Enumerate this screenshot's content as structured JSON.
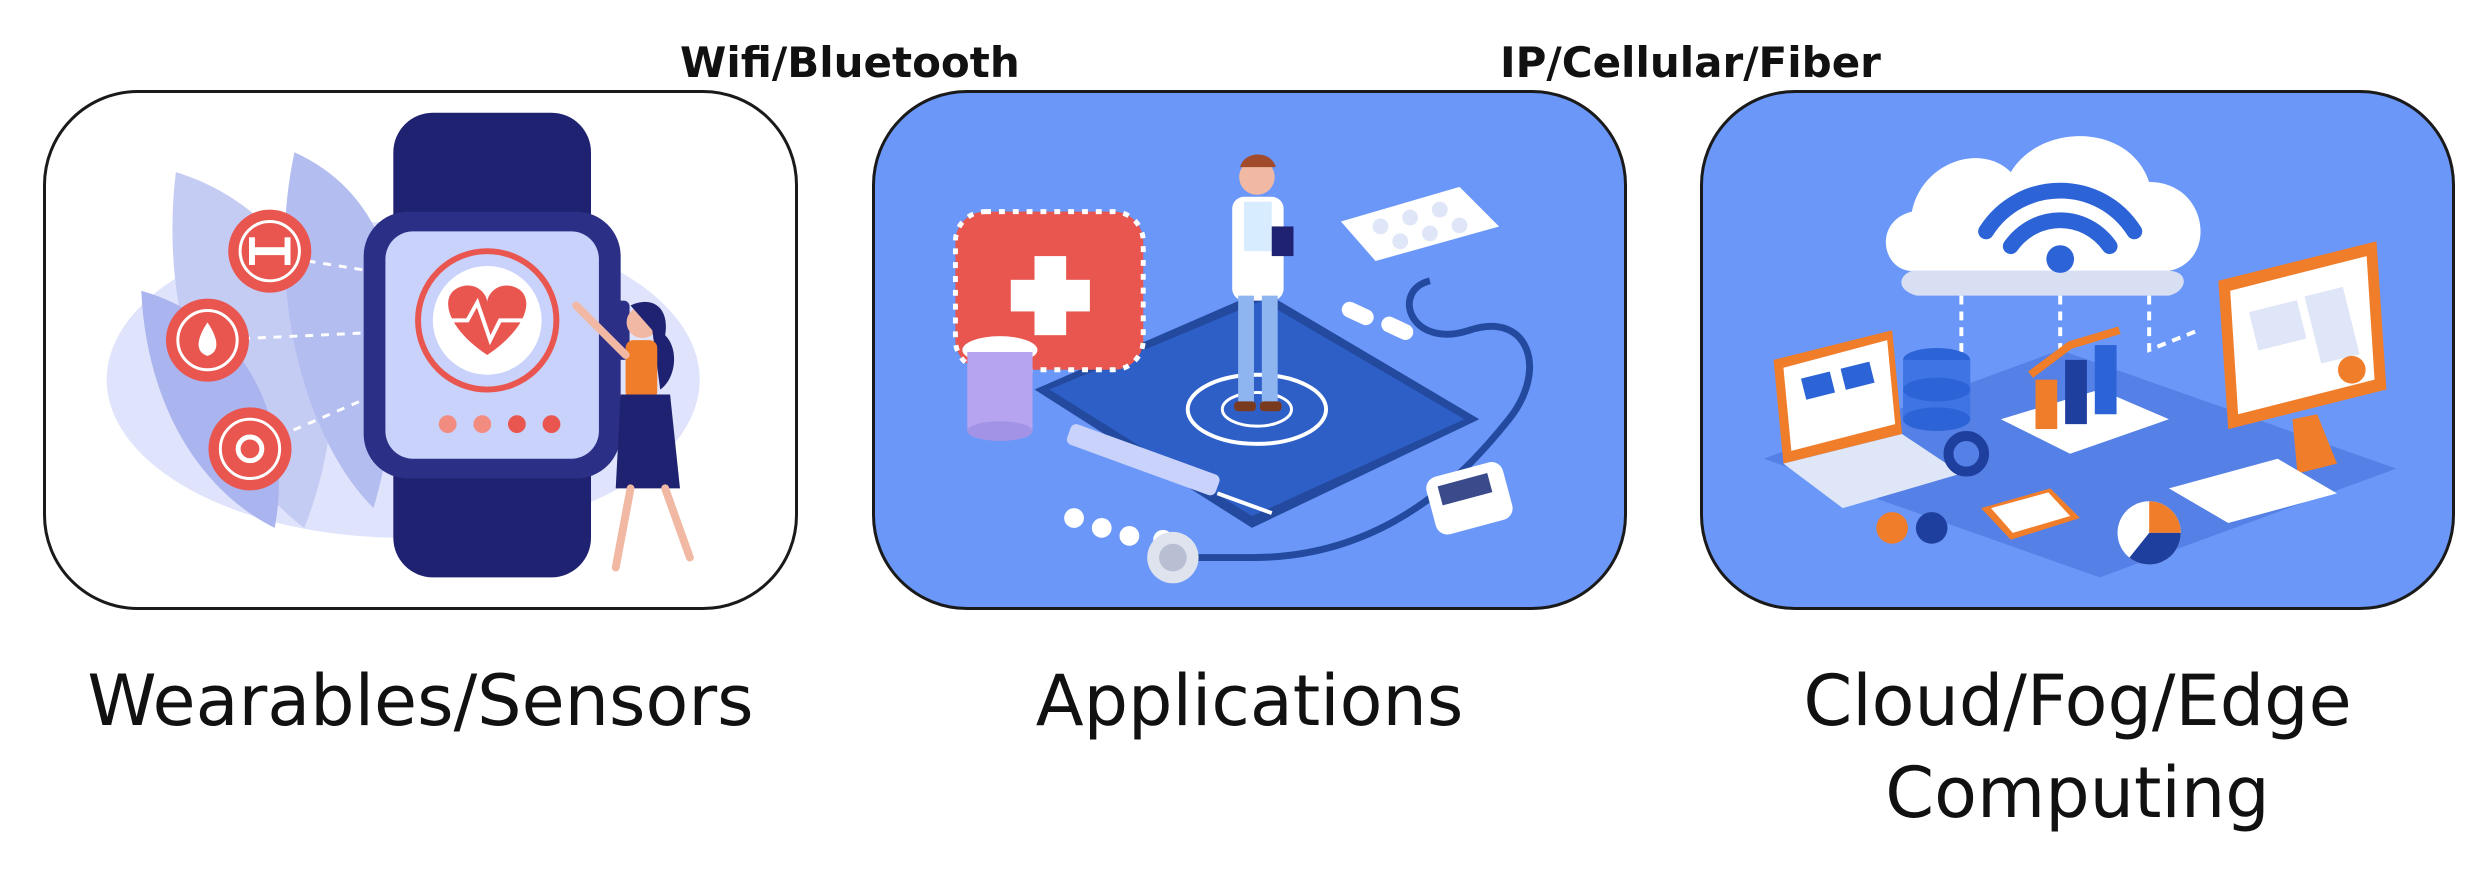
{
  "connections": {
    "left": "Wifi/Bluetooth",
    "right": "IP/Cellular/Fiber"
  },
  "panels": [
    {
      "caption_lines": [
        "Wearables/Sensors"
      ],
      "icon": "smartwatch-heart-rate-icon"
    },
    {
      "caption_lines": [
        "Applications"
      ],
      "icon": "doctor-medical-tablet-icon"
    },
    {
      "caption_lines": [
        "Cloud/Fog/Edge",
        "Computing"
      ],
      "icon": "cloud-computing-network-icon"
    }
  ],
  "colors": {
    "panel_blue": "#6a97f8",
    "watch_navy": "#2b2f86",
    "accent_red": "#e8564f",
    "accent_orange": "#f07d2a"
  }
}
